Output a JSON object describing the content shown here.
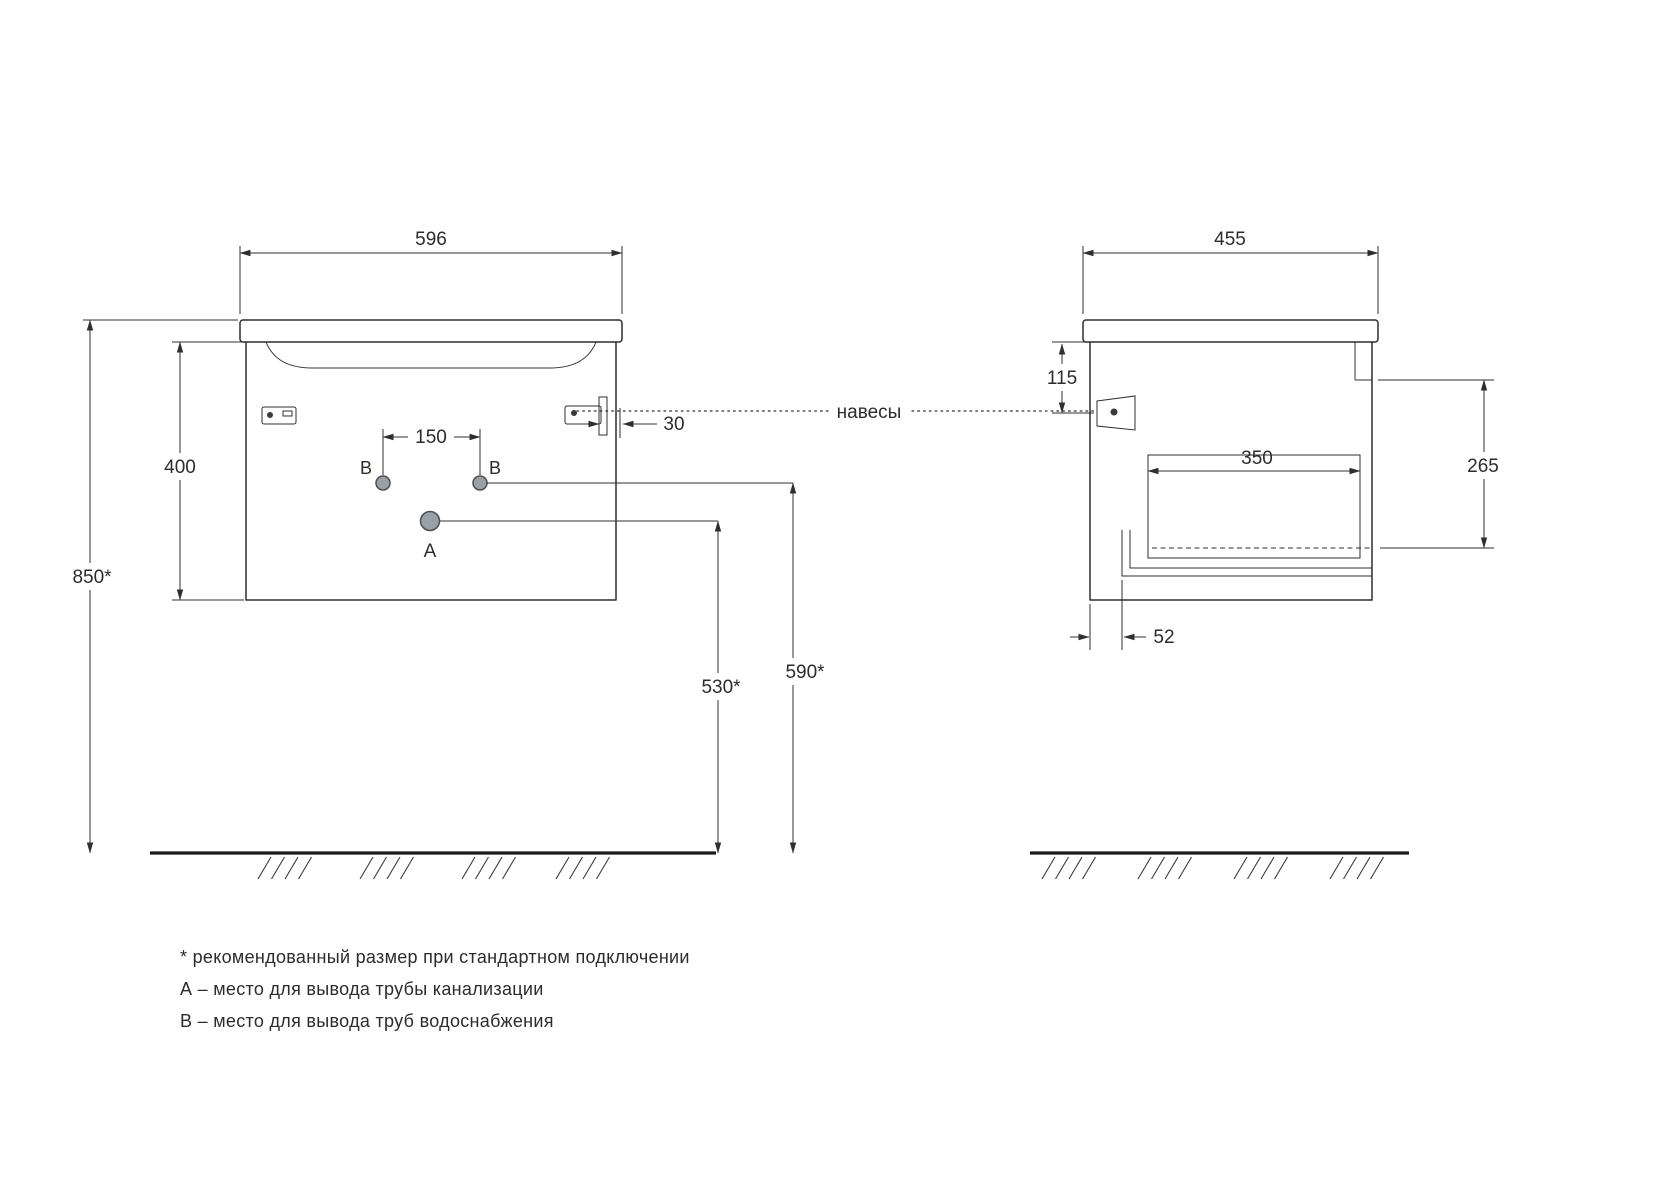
{
  "front_view": {
    "width": "596",
    "cabinet_height": "400",
    "install_height": "850*",
    "supply_spacing": "150",
    "hinge_offset": "30",
    "drain_outlet_height": "530*",
    "supply_outlet_height": "590*",
    "point_a_label": "A",
    "point_b_left_label": "B",
    "point_b_right_label": "B"
  },
  "side_view": {
    "depth": "455",
    "hinge_top_offset": "115",
    "front_panel_height": "265",
    "drawer_depth": "350",
    "back_clearance": "52"
  },
  "annotations": {
    "hangers": "навесы"
  },
  "notes": {
    "recommended": "* рекомендованный размер при стандартном подключении",
    "point_a": "А – место для вывода трубы канализации",
    "point_b": "В – место для вывода труб водоснабжения"
  },
  "colors": {
    "line": "#2f2f2f",
    "text": "#2c2c2c",
    "point_fill": "#99a0a7",
    "background": "#ffffff"
  }
}
